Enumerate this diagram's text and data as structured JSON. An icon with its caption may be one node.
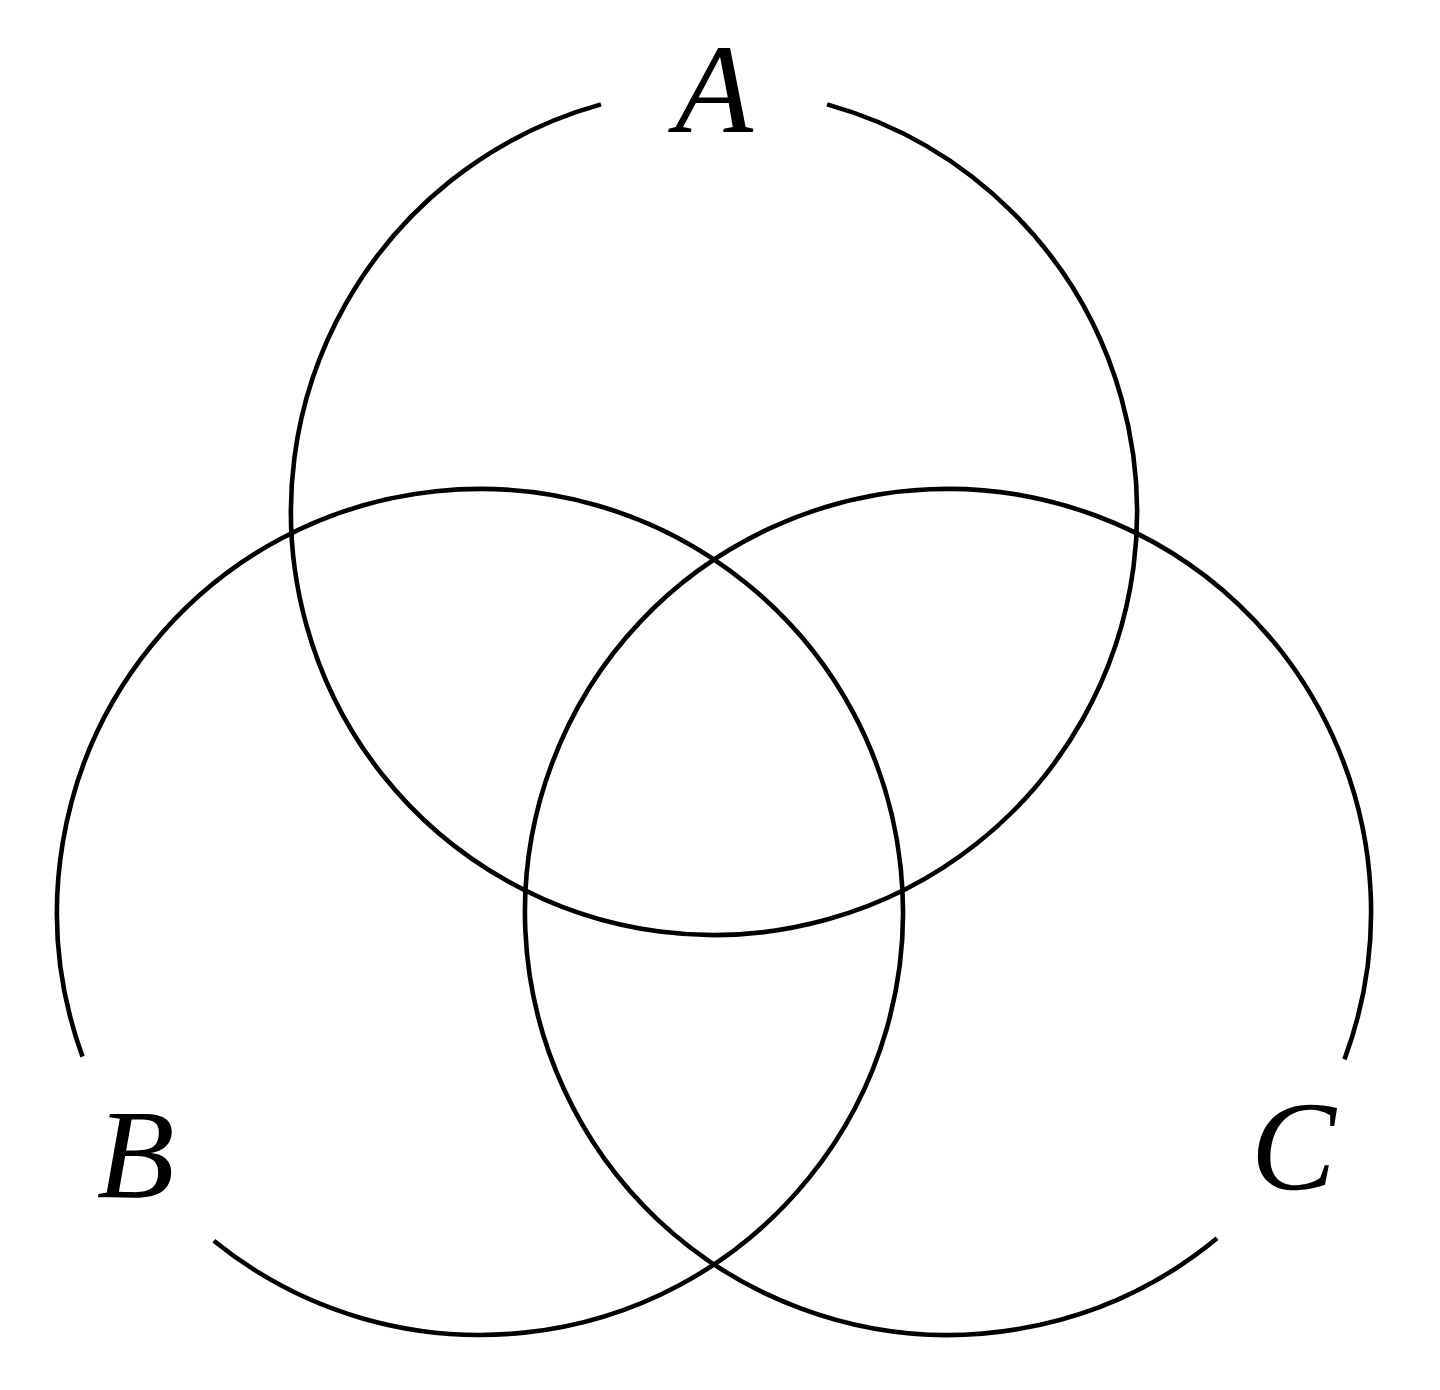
{
  "diagram": {
    "nodes": [
      {
        "text": [
          "A"
        ]
      },
      {
        "text": [
          "B"
        ]
      },
      {
        "text": [
          "C"
        ]
      }
    ]
  }
}
